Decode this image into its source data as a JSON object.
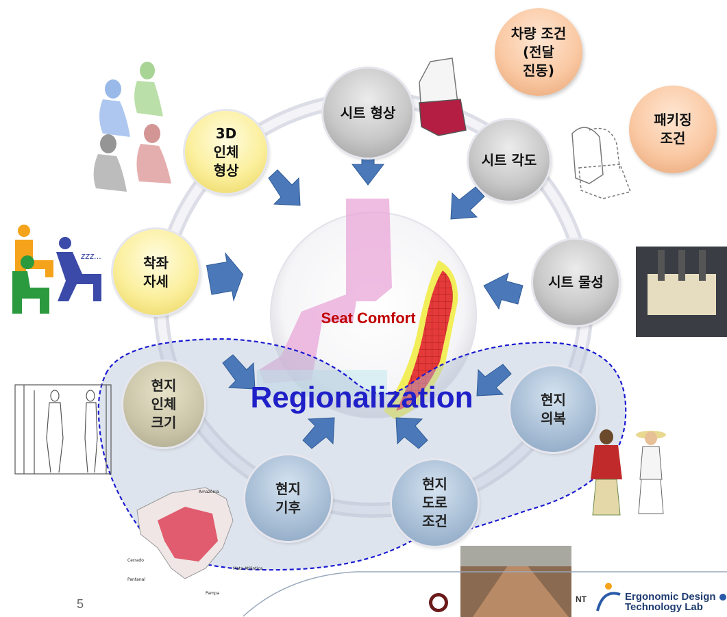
{
  "diagram": {
    "center_label": "Seat Comfort",
    "region_label": "Regionalization",
    "nodes": [
      {
        "id": "seat-shape",
        "label": "시트 형상",
        "color": "gray"
      },
      {
        "id": "seat-angle",
        "label": "시트 각도",
        "color": "gray"
      },
      {
        "id": "seat-material",
        "label": "시트 물성",
        "color": "gray"
      },
      {
        "id": "body-shape-3d",
        "label": "3D\n인체\n형상",
        "color": "yellow"
      },
      {
        "id": "sitting-posture",
        "label": "착좌\n자세",
        "color": "yellow"
      },
      {
        "id": "local-body-size",
        "label": "현지\n인체\n크기",
        "color": "beige"
      },
      {
        "id": "local-climate",
        "label": "현지\n기후",
        "color": "blue"
      },
      {
        "id": "local-road",
        "label": "현지\n도로\n조건",
        "color": "blue"
      },
      {
        "id": "local-clothing",
        "label": "현지\n의복",
        "color": "blue"
      },
      {
        "id": "vehicle-condition",
        "label": "차량 조건\n(전달\n진동)",
        "color": "orange"
      },
      {
        "id": "packaging-condition",
        "label": "패키징\n조건",
        "color": "orange"
      }
    ]
  },
  "footer": {
    "page_number": "5",
    "lab_name_line1": "Ergonomic Design",
    "lab_name_line2": "Technology Lab",
    "left_fragment": "NT"
  },
  "colors": {
    "region_outline": "#1a1ad0",
    "arrow": "#4a78b8",
    "center_text": "#c00000"
  }
}
